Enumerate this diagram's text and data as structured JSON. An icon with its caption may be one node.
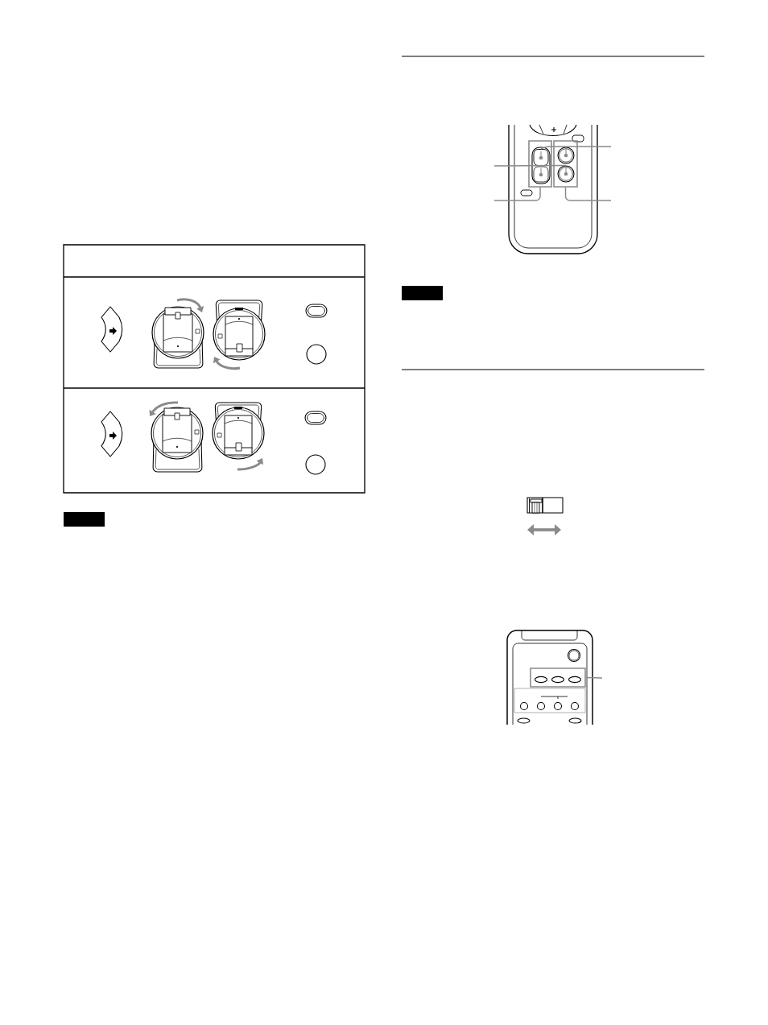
{
  "diagram": {
    "nodes": [
      {
        "text": [],
        "shape": "box"
      },
      {
        "text": [],
        "shape": "box",
        "in": 0
      },
      {
        "text": [],
        "shape": "box"
      },
      {
        "text": [],
        "shape": "circle",
        "in": 2
      },
      {
        "text": [],
        "shape": "box"
      }
    ],
    "edges": [
      {
        "from": null,
        "to": 1,
        "arrow": "none"
      },
      {
        "from": null,
        "to": 3,
        "arrow": "none"
      },
      {
        "from": null,
        "to": 0,
        "arrow": "none"
      },
      {
        "from": null,
        "to": 2,
        "arrow": "none"
      },
      {
        "from": null,
        "to": 4,
        "arrow": "none"
      }
    ]
  }
}
